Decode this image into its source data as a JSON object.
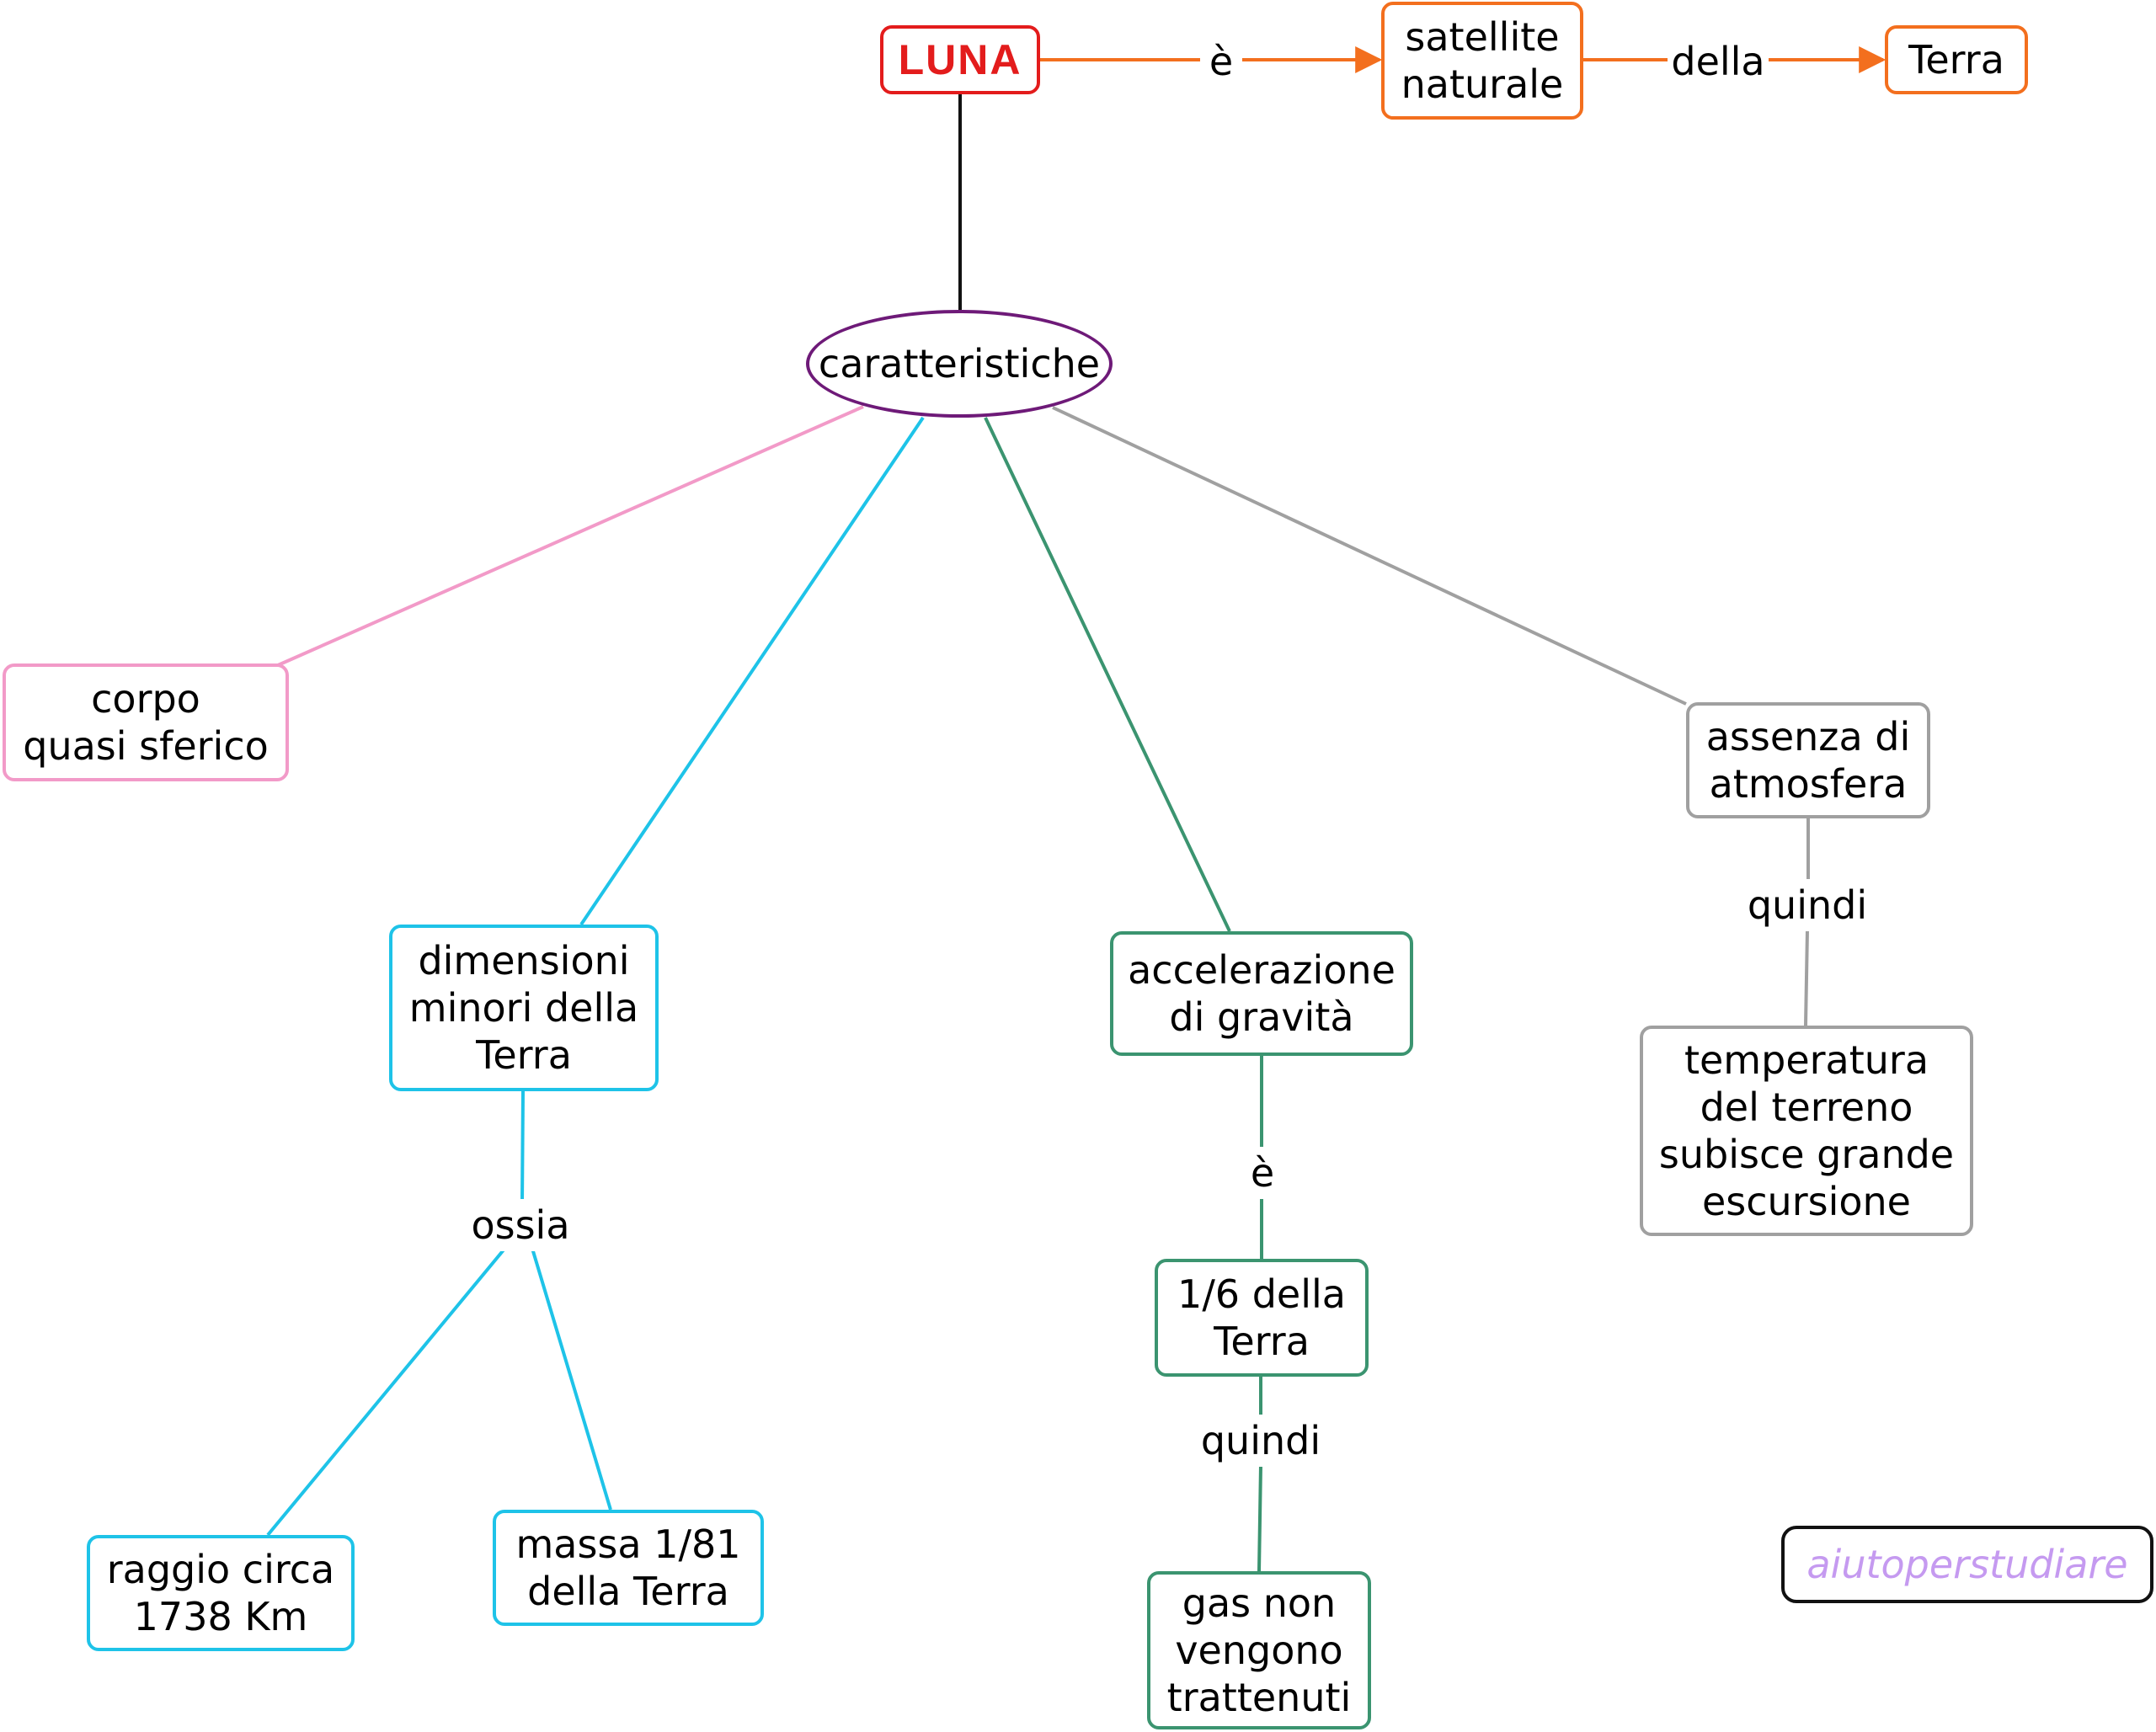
{
  "colors": {
    "luna": "#e31c1c",
    "orange": "#f36f1e",
    "purple": "#6e1a78",
    "pink": "#f29ac8",
    "cyan": "#1ec3e8",
    "green": "#3b9470",
    "gray": "#a0a0a0",
    "black": "#111111",
    "watermark_text": "#c59af0"
  },
  "nodes": {
    "luna": "LUNA",
    "satellite": "satellite\nnaturale",
    "terra": "Terra",
    "caratteristiche": "caratteristiche",
    "corpo": "corpo\nquasi sferico",
    "dimensioni": "dimensioni\nminori della\nTerra",
    "accelerazione": "accelerazione\ndi gravità",
    "assenza": "assenza di\natmosfera",
    "temperatura": "temperatura\ndel terreno\nsubisce grande\nescursione",
    "sesto": "1/6 della\nTerra",
    "gas": "gas non\nvengono\ntrattenuti",
    "raggio": "raggio circa\n1738 Km",
    "massa": "massa 1/81\ndella Terra",
    "watermark": "aiutoperstudiare"
  },
  "links": {
    "e_top": "è",
    "della": "della",
    "ossia": "ossia",
    "e_green": "è",
    "quindi_green": "quindi",
    "quindi_gray": "quindi"
  }
}
